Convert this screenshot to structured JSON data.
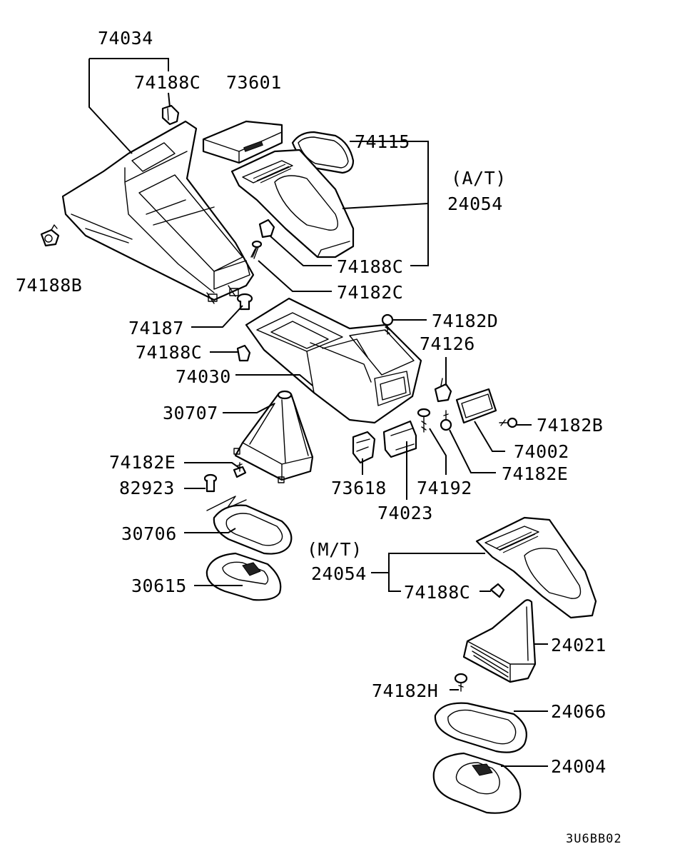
{
  "labels": {
    "l74034": "74034",
    "l74188C_top": "74188C",
    "l73601": "73601",
    "l74115": "74115",
    "lAT": "(A/T)",
    "l24054_at": "24054",
    "l74188C_mid": "74188C",
    "l74182C": "74182C",
    "l74188B": "74188B",
    "l74187": "74187",
    "l74182D": "74182D",
    "l74188C_low": "74188C",
    "l74126": "74126",
    "l74030": "74030",
    "l30707": "30707",
    "l74182B": "74182B",
    "l74002": "74002",
    "l74182E_r": "74182E",
    "l74182E_l": "74182E",
    "l82923": "82923",
    "l73618": "73618",
    "l74192": "74192",
    "l74023": "74023",
    "l30706": "30706",
    "lMT": "(M/T)",
    "l24054_mt": "24054",
    "l74188C_mt": "74188C",
    "l30615": "30615",
    "l24021": "24021",
    "l74182H": "74182H",
    "l24066": "24066",
    "l24004": "24004"
  },
  "diagram_code": "3U6BB02"
}
